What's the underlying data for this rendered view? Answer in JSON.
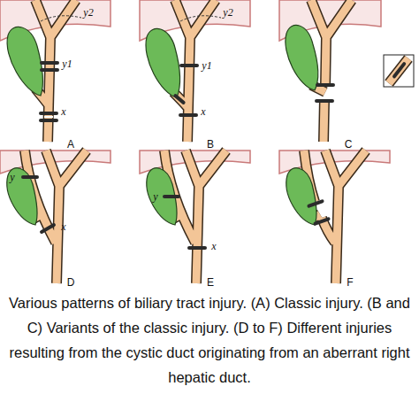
{
  "diagram": {
    "caption": "Various patterns of biliary tract injury. (A) Classic injury. (B and C) Variants of the classic injury. (D to F) Different injuries resulting from the cystic duct originating from an aberrant right hepatic duct.",
    "labels": [
      "y2",
      "y1",
      "x",
      "A",
      "y2",
      "y1",
      "x",
      "B",
      "C",
      "y",
      "x",
      "D",
      "y",
      "x",
      "E",
      "F"
    ]
  }
}
